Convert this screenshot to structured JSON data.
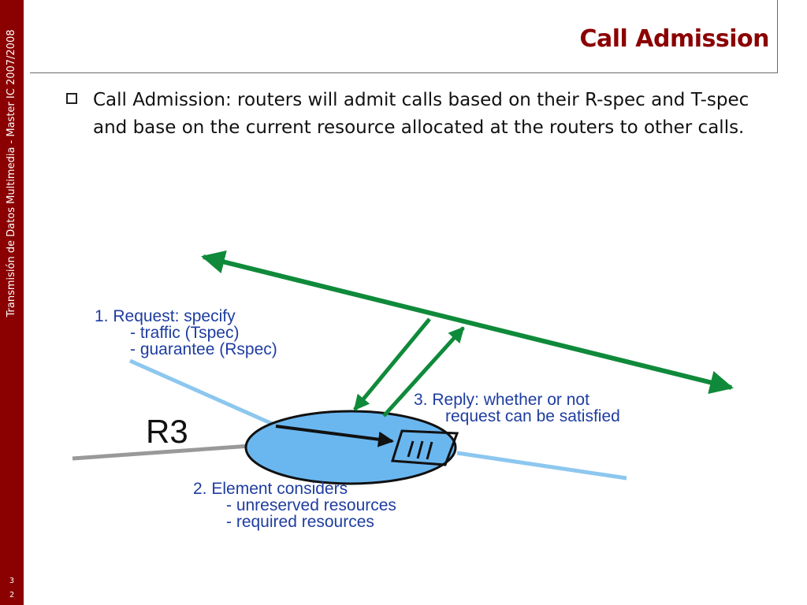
{
  "sidebar": {
    "course": "Transmisión de Datos Multimedia - Master IC 2007/2008",
    "page_digits": [
      "3",
      "2"
    ]
  },
  "slide": {
    "title": "Call Admission",
    "bullet": "Call Admission: routers will admit calls based on their R-spec and T-spec and base on the current resource allocated at the routers to other calls."
  },
  "diagram": {
    "router_label": "R3",
    "request": [
      "1. Request: specify",
      "-  traffic (Tspec)",
      "-  guarantee (Rspec)"
    ],
    "reply": [
      "3. Reply: whether or not",
      "request can be satisfied"
    ],
    "element": [
      "2. Element considers",
      "- unreserved resources",
      "- required resources"
    ],
    "colors": {
      "arrow": "#0f8a3a",
      "router_fill": "#6ab7f0",
      "link_blue": "#8cc7ef",
      "link_gray": "#999999",
      "label_blue": "#1e3da0"
    }
  }
}
